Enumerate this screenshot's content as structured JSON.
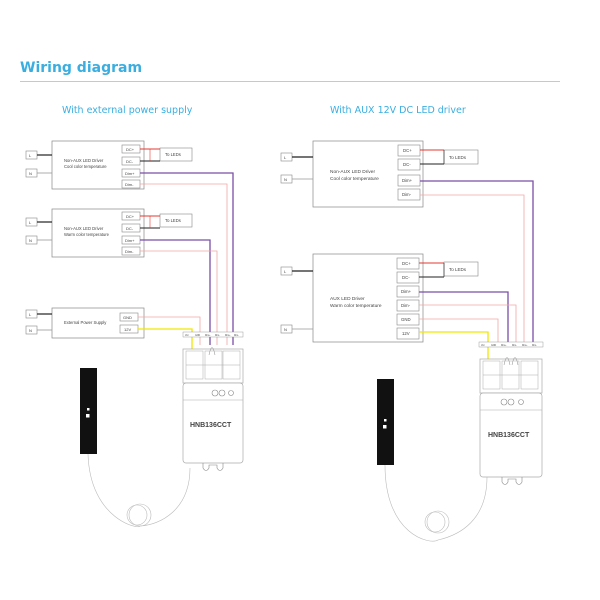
{
  "header": {
    "title": "Wiring diagram"
  },
  "left": {
    "subtitle": "With external power supply",
    "driver1": {
      "line1": "Non-AUX  LED Driver",
      "line2": "Cool color temperature",
      "terminals": [
        "DC+",
        "DC-",
        "Dim+",
        "Dim-"
      ],
      "output_label": "To LEDs"
    },
    "driver2": {
      "line1": "Non-AUX  LED Driver",
      "line2": "Warm color temperature",
      "terminals": [
        "DC+",
        "DC-",
        "Dim+",
        "Dim-"
      ],
      "output_label": "To LEDs"
    },
    "power_supply": {
      "label": "External Power Supply",
      "terminals": [
        "GND",
        "12V"
      ]
    },
    "inputs": [
      "L",
      "N"
    ],
    "controller": {
      "model": "HNB136CCT",
      "terminals": [
        "Vcc",
        "GND",
        "Dim+",
        "Dim-",
        "Dim+",
        "Dim-"
      ]
    }
  },
  "right": {
    "subtitle": "With AUX 12V DC  LED driver",
    "driver1": {
      "line1": "Non-AUX  LED Driver",
      "line2": "Cool color temperature",
      "terminals": [
        "DC+",
        "DC-",
        "Dim+",
        "Dim-"
      ],
      "output_label": "To LEDs"
    },
    "driver2": {
      "line1": "AUX  LED Driver",
      "line2": "Warm color temperature",
      "terminals": [
        "DC+",
        "DC-",
        "Dim+",
        "Dim-",
        "GND",
        "12V"
      ],
      "output_label": "To LEDs"
    },
    "inputs": [
      "L",
      "N"
    ],
    "controller": {
      "model": "HNB136CCT",
      "terminals": [
        "Vcc",
        "GND",
        "Dim+",
        "Dim-",
        "Dim+",
        "Dim-"
      ]
    }
  },
  "colors": {
    "accent": "#3aaee0",
    "wire_red": "#e53935",
    "wire_black": "#222222",
    "wire_purple": "#7b4fa8",
    "wire_pink": "#f4a6a6",
    "wire_yellow": "#f2e600",
    "wire_gray": "#999999",
    "box_stroke": "#888888"
  }
}
